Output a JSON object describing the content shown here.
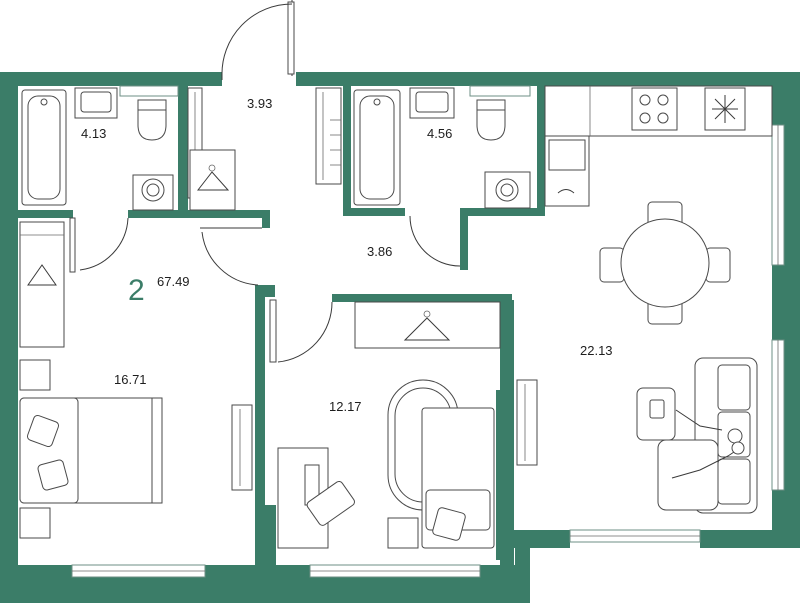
{
  "plan": {
    "room_count": "2",
    "total_area": "67.49",
    "rooms": [
      {
        "id": "bathroom-left",
        "area": "4.13"
      },
      {
        "id": "hall-top",
        "area": "3.93"
      },
      {
        "id": "bathroom-right",
        "area": "4.56"
      },
      {
        "id": "corridor",
        "area": "3.86"
      },
      {
        "id": "bedroom-left",
        "area": "16.71"
      },
      {
        "id": "bedroom-middle",
        "area": "12.17"
      },
      {
        "id": "kitchen-living",
        "area": "22.13"
      }
    ]
  },
  "colors": {
    "wall": "#3b7d68",
    "line": "#3a3a3a"
  }
}
